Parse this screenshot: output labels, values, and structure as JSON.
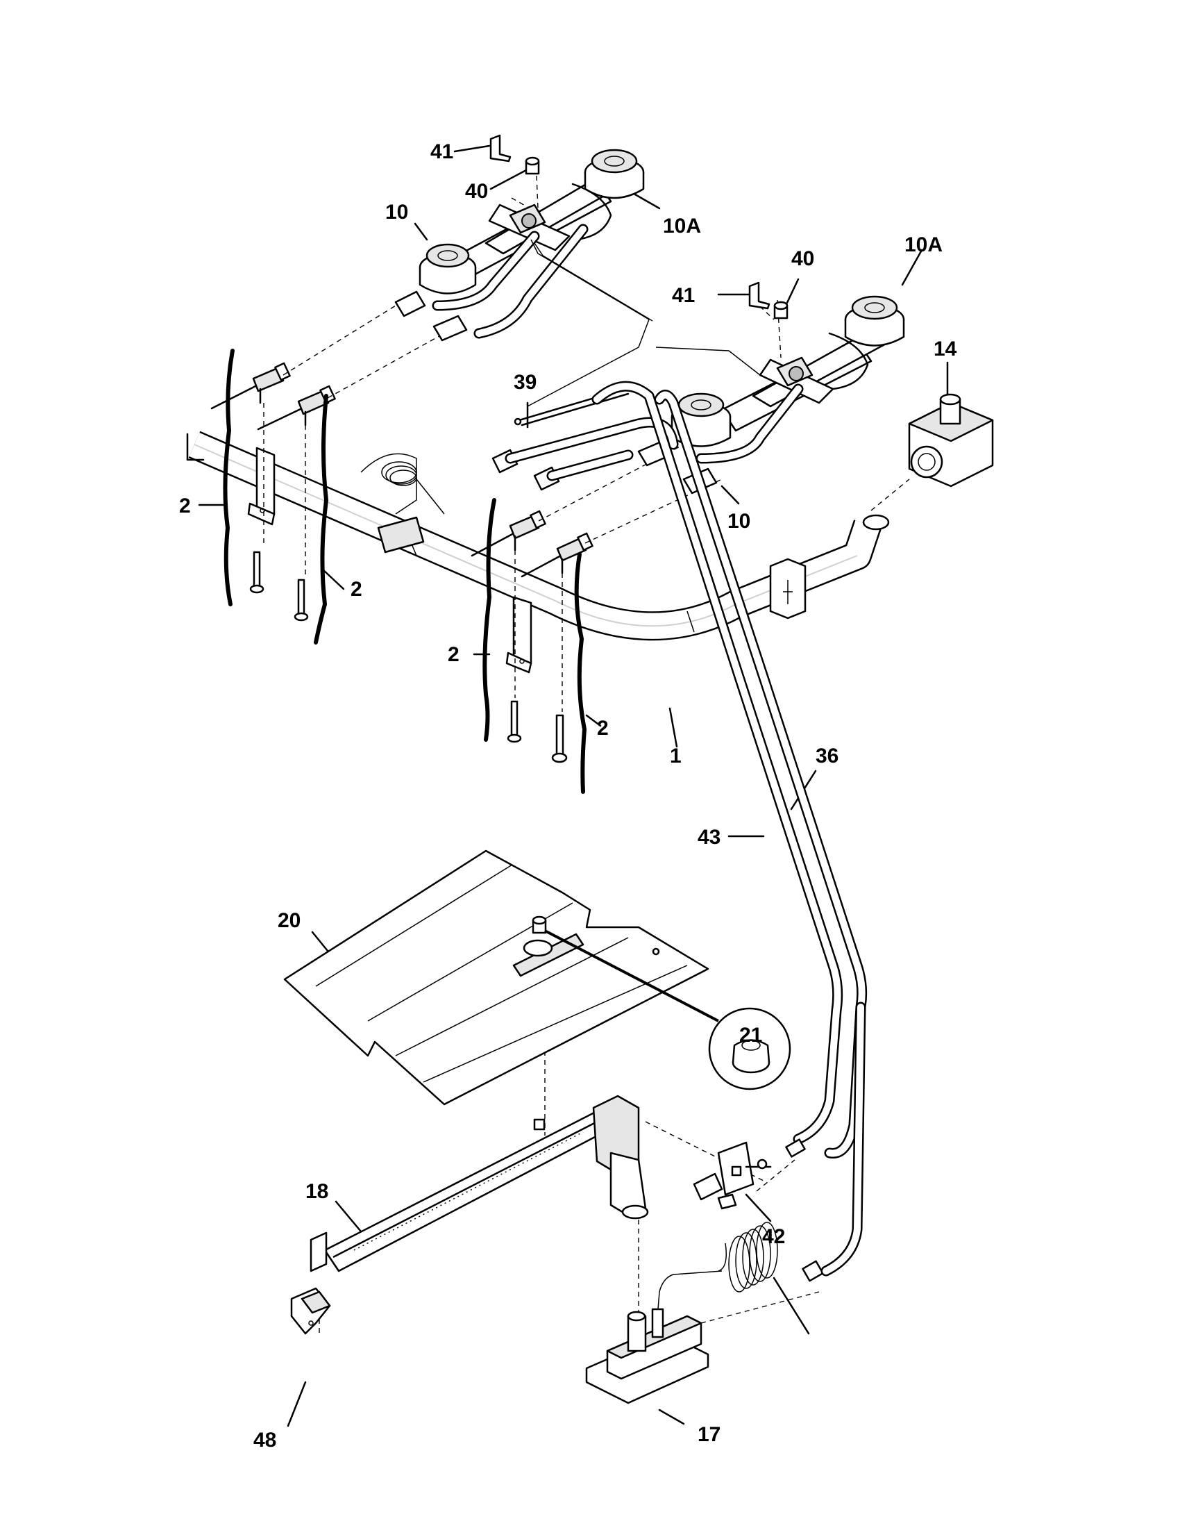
{
  "diagram": {
    "labels": {
      "p1": "1",
      "p2_a": "2",
      "p2_b": "2",
      "p2_c": "2",
      "p2_d": "2",
      "p10_a": "10",
      "p10_b": "10",
      "p10A_a": "10A",
      "p10A_b": "10A",
      "p14": "14",
      "p17": "17",
      "p18": "18",
      "p20": "20",
      "p21": "21",
      "p36": "36",
      "p39": "39",
      "p40_a": "40",
      "p40_b": "40",
      "p41_a": "41",
      "p41_b": "41",
      "p42": "42",
      "p43": "43",
      "p48": "48"
    }
  }
}
